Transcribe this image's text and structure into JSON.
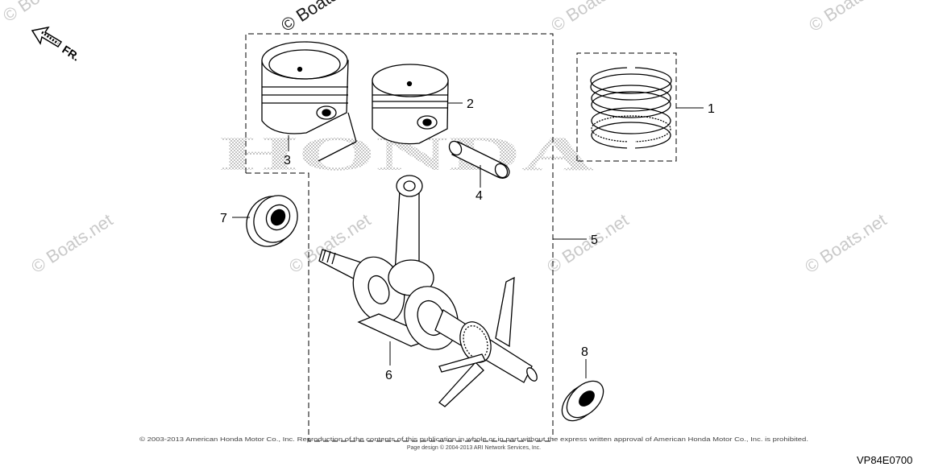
{
  "watermark": {
    "text": "© Boats.net"
  },
  "direction": {
    "label": "FR.",
    "icon": "front-direction-arrow-icon"
  },
  "brand_mark": "HONDA",
  "callouts": [
    "1",
    "2",
    "3",
    "4",
    "5",
    "6",
    "7",
    "8"
  ],
  "copyright": {
    "line1": "© 2003-2013 American Honda Motor Co., Inc. Reproduction of the contents of this publication in whole or in part without the express written approval of American Honda Motor Co., Inc. is prohibited.",
    "line2": "Page design © 2004-2013 ARI Network Services, Inc."
  },
  "diagram_code": "VP84E0700"
}
